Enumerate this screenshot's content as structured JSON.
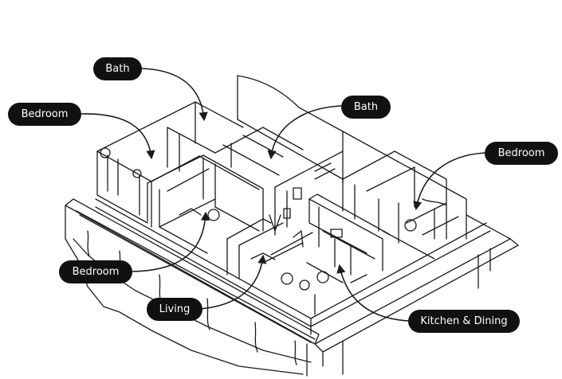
{
  "labels": {
    "bath_top": "Bath",
    "bedroom_left": "Bedroom",
    "bath_right": "Bath",
    "bedroom_right": "Bedroom",
    "bedroom_bottom": "Bedroom",
    "living": "Living",
    "kitchen_dining": "Kitchen & Dining"
  },
  "colors": {
    "label_background": "#111111",
    "label_text": "#ffffff",
    "ink": "#1a1a1a"
  }
}
